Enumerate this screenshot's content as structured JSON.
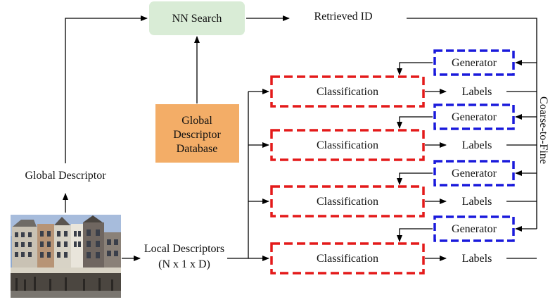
{
  "nodes": {
    "nn_search": "NN Search",
    "retrieved_id": "Retrieved ID",
    "global_descriptor": "Global Descriptor",
    "database_lines": [
      "Global",
      "Descriptor",
      "Database"
    ],
    "local_descriptors_line1": "Local Descriptors",
    "local_descriptors_line2": "(N x 1 x D)",
    "coarse_to_fine": "Coarse-to-Fine"
  },
  "stages": [
    {
      "classification": "Classification",
      "labels": "Labels",
      "generator": "Generator"
    },
    {
      "classification": "Classification",
      "labels": "Labels",
      "generator": "Generator"
    },
    {
      "classification": "Classification",
      "labels": "Labels",
      "generator": "Generator"
    },
    {
      "classification": "Classification",
      "labels": "Labels",
      "generator": "Generator"
    }
  ],
  "colors": {
    "nn_search_fill": "#d9ecd6",
    "database_fill": "#f3ad67",
    "classification_border": "#e41a1a",
    "generator_border": "#1a1adc",
    "photo_sky": "#8fa9cf"
  },
  "photo": {
    "icon": "street-buildings-photo"
  }
}
